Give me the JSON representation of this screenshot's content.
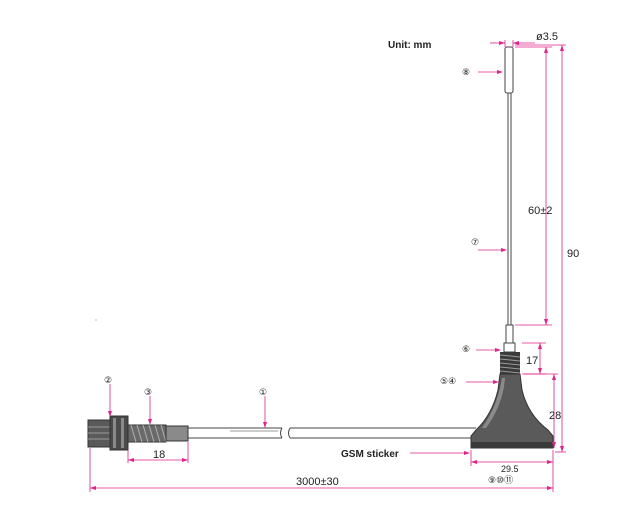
{
  "unit_label": "Unit: mm",
  "dimensions": {
    "tip_diameter": "ø3.5",
    "whip_length": "60±2",
    "total_height": "90",
    "spring_height": "17",
    "base_height": "28",
    "base_diameter": "29.5",
    "connector_length": "18",
    "cable_length": "3000±30"
  },
  "callouts": {
    "c1": "①",
    "c2": "②",
    "c3": "③",
    "c54": "⑤④",
    "c6": "⑥",
    "c7": "⑦",
    "c8": "⑧",
    "c91011": "⑨⑩⑪"
  },
  "sticker_label": "GSM sticker",
  "colors": {
    "line": "#444444",
    "dim_line": "#e0218a",
    "callout_arrow": "#e0218a",
    "body": "#555555",
    "knurl": "#333333",
    "base_gray": "#5a5a5a"
  }
}
